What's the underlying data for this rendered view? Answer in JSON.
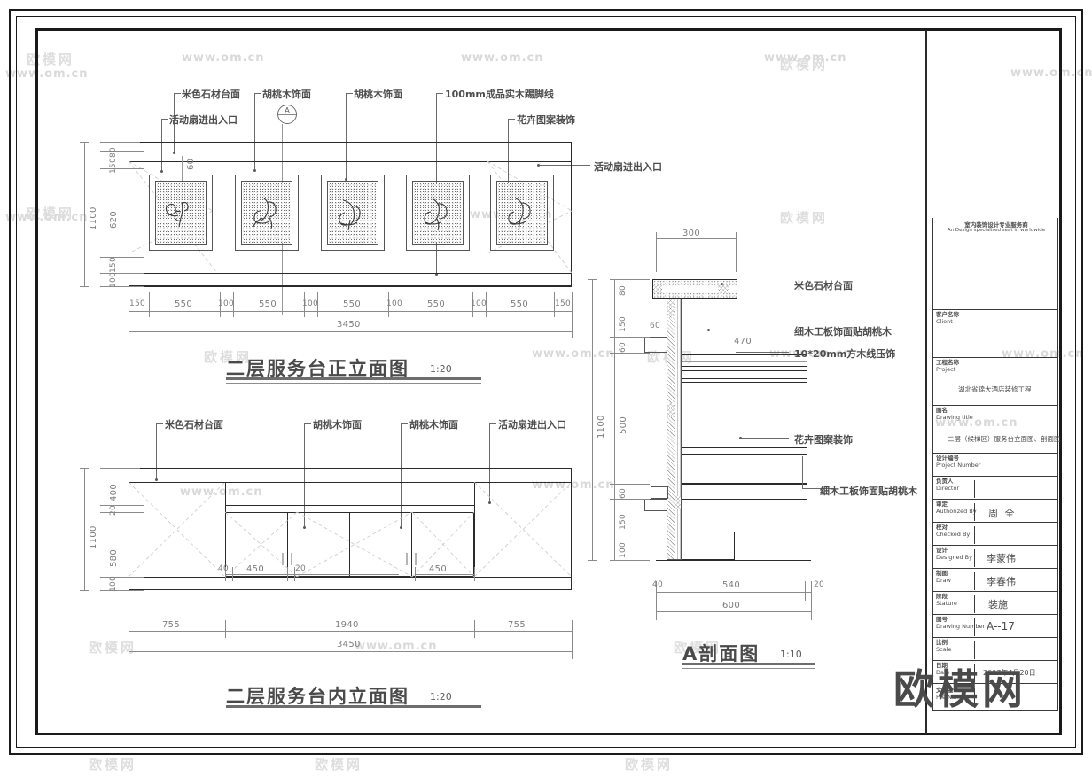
{
  "sheet": {
    "watermark_site": "www.om.cn",
    "watermark_cn": "欧模网",
    "watermark_big": "欧模网"
  },
  "drawings": [
    {
      "id": "front-elevation",
      "title": "二层服务台正立面图",
      "scale": "1:20",
      "labels": [
        "米色石材台面",
        "活动扇进出入口",
        "胡桃木饰面",
        "胡桃木饰面",
        "100mm成品实木踢脚线",
        "花卉图案装饰",
        "活动扇进出入口"
      ],
      "section_mark": "A",
      "horizontal_dims": [
        "150",
        "550",
        "100",
        "550",
        "100",
        "550",
        "100",
        "550",
        "100",
        "550",
        "150"
      ],
      "overall_width": "3450",
      "vertical_dims": [
        "80",
        "150",
        "620",
        "150",
        "100"
      ],
      "overall_height": "1100",
      "inner_dim": "60"
    },
    {
      "id": "inner-elevation",
      "title": "二层服务台内立面图",
      "scale": "1:20",
      "labels": [
        "米色石材台面",
        "胡桃木饰面",
        "胡桃木饰面",
        "活动扇进出入口"
      ],
      "horizontal_dims": [
        "755",
        "1940",
        "755"
      ],
      "overall_width": "3450",
      "vertical_dims": [
        "400",
        "20",
        "580",
        "100"
      ],
      "overall_height": "1100",
      "cabinet_dims": [
        "40",
        "450",
        "20",
        "450"
      ]
    },
    {
      "id": "section-a",
      "title": "A剖面图",
      "title_letter": "A",
      "title_cn": "剖面图",
      "scale": "1:10",
      "labels": [
        "米色石材台面",
        "细木工板饰面贴胡桃木",
        "10*20mm方木线压饰",
        "花卉图案装饰",
        "细木工板饰面贴胡桃木"
      ],
      "top_dim": "300",
      "inner_dims": [
        "60",
        "470",
        "60"
      ],
      "vertical_dims": [
        "80",
        "150",
        "60",
        "500",
        "60",
        "150",
        "100"
      ],
      "overall_height": "1100",
      "bottom_dims": [
        "40",
        "540",
        "20"
      ],
      "overall_width": "600"
    }
  ],
  "titleblock": {
    "company_cn": "室内装饰设计专业服务商",
    "company_en": "An Design specialised seat in worldwide",
    "rows": [
      {
        "label_cn": "客户名称",
        "label_en": "Client",
        "value": ""
      },
      {
        "label_cn": "工程名称",
        "label_en": "Project",
        "value": "湖北省锦大酒店装修工程"
      },
      {
        "label_cn": "图名",
        "label_en": "Drawing  title",
        "value": "二层（候梯区）服务台立面图、剖面图"
      },
      {
        "label_cn": "设计编号",
        "label_en": "Project  Number",
        "value": ""
      },
      {
        "label_cn": "负责人",
        "label_en": "Director",
        "value": ""
      },
      {
        "label_cn": "审定",
        "label_en": "Authorized By",
        "value": "周 全"
      },
      {
        "label_cn": "校对",
        "label_en": "Checked  By",
        "value": ""
      },
      {
        "label_cn": "设计",
        "label_en": "Designed  By",
        "value": "李蒙伟"
      },
      {
        "label_cn": "制图",
        "label_en": "Draw",
        "value": "李春伟"
      },
      {
        "label_cn": "阶段",
        "label_en": "Stature",
        "value": "装施"
      },
      {
        "label_cn": "图号",
        "label_en": "Drawing  Number",
        "value": "A--17"
      },
      {
        "label_cn": "比例",
        "label_en": "Scale",
        "value": ""
      },
      {
        "label_cn": "日期",
        "label_en": "Date",
        "value": "2007年4月20日"
      },
      {
        "label_cn": "文件名",
        "label_en": "File  Name",
        "value": ""
      }
    ]
  }
}
